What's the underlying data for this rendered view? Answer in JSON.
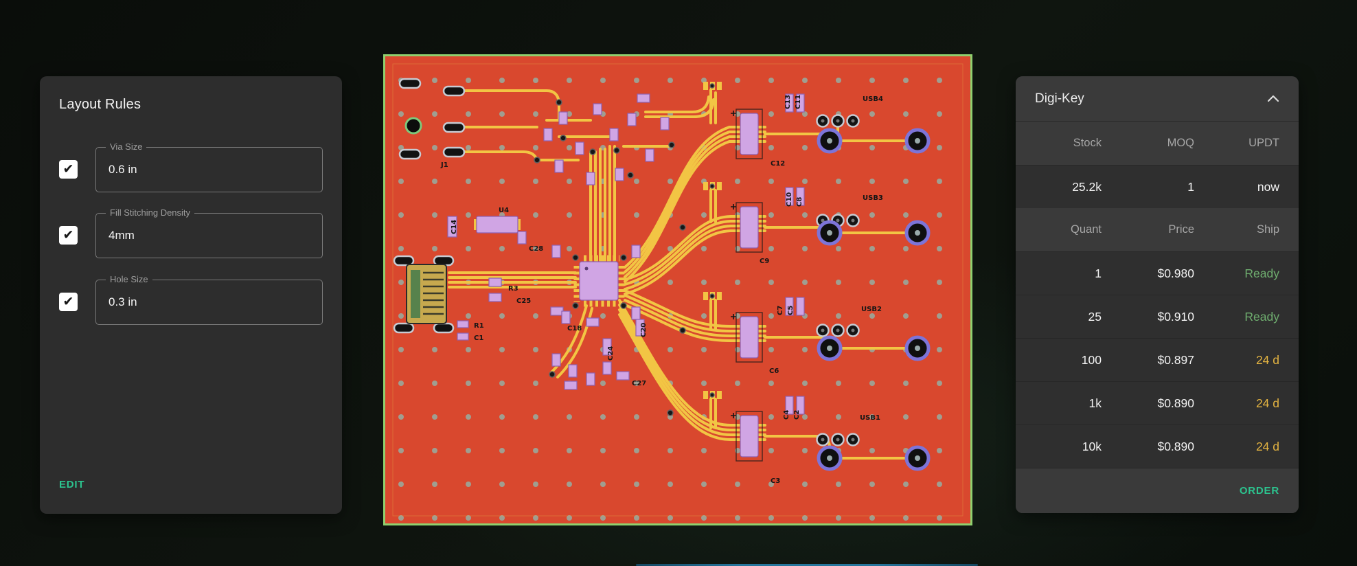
{
  "layout_rules": {
    "title": "Layout Rules",
    "fields": [
      {
        "label": "Via Size",
        "value": "0.6 in",
        "checked": true
      },
      {
        "label": "Fill Stitching Density",
        "value": "4mm",
        "checked": true
      },
      {
        "label": "Hole Size",
        "value": "0.3 in",
        "checked": true
      }
    ],
    "edit_label": "EDIT"
  },
  "supplier": {
    "name": "Digi-Key",
    "collapse_icon": "chevron-up-icon",
    "stock_header": [
      "Stock",
      "MOQ",
      "UPDT"
    ],
    "stock_row": [
      "25.2k",
      "1",
      "now"
    ],
    "price_header": [
      "Quant",
      "Price",
      "Ship"
    ],
    "price_rows": [
      {
        "quant": "1",
        "price": "$0.980",
        "ship": "Ready",
        "status": "ready"
      },
      {
        "quant": "25",
        "price": "$0.910",
        "ship": "Ready",
        "status": "ready"
      },
      {
        "quant": "100",
        "price": "$0.897",
        "ship": "24 d",
        "status": "delay"
      },
      {
        "quant": "1k",
        "price": "$0.890",
        "ship": "24 d",
        "status": "delay"
      },
      {
        "quant": "10k",
        "price": "$0.890",
        "ship": "24 d",
        "status": "delay"
      }
    ],
    "order_label": "ORDER"
  },
  "pcb": {
    "labels": [
      "J1",
      "C14",
      "U4",
      "C28",
      "R3",
      "C25",
      "R1",
      "C1",
      "C18",
      "C24",
      "C20",
      "C27",
      "C12",
      "C13",
      "C11",
      "C10",
      "C8",
      "C9",
      "C7",
      "C5",
      "C6",
      "C4",
      "C2",
      "C3",
      "USB4",
      "USB3",
      "USB2",
      "USB1"
    ]
  },
  "colors": {
    "accent": "#2CC48F",
    "status_ready": "#6FAE6F",
    "status_delay": "#E3B341",
    "board": "#D9482E",
    "board_border": "#8FD06E",
    "trace": "#F2C544",
    "component": "#D0A5E4"
  }
}
